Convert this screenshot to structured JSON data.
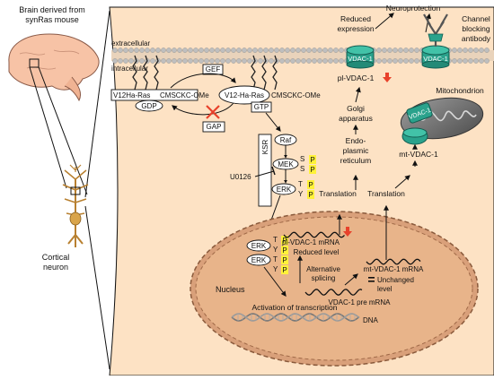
{
  "left_panel": {
    "brain_title_line1": "Brain derived from",
    "brain_title_line2": "synRas mouse",
    "neuron_label_line1": "Cortical",
    "neuron_label_line2": "neuron"
  },
  "membrane": {
    "extracellular": "extracellular",
    "intracellular": "intracellular"
  },
  "ras": {
    "inactive_label": "V12Ha-Ras",
    "active_label": "V12-Ha-Ras",
    "lipid_tail_1": "CMSCKC-OMe",
    "lipid_tail_2": "CMSCKC-OMe",
    "gdp": "GDP",
    "gtp": "GTP",
    "gef": "GEF",
    "gap": "GAP"
  },
  "kinases": {
    "ksr": "KSR",
    "raf": "Raf",
    "mek": "MEK",
    "erk": "ERK",
    "s": "S",
    "t": "T",
    "y": "Y",
    "p": "P",
    "inhibitor": "U0126"
  },
  "top_right": {
    "neuroprotection": "Neuroprotection",
    "reduced_expression_line1": "Reduced",
    "reduced_expression_line2": "expression",
    "channel_line1": "Channel",
    "channel_line2": "blocking",
    "channel_line3": "antibody",
    "vdac_label": "VDAC-1",
    "pl_vdac": "pl-VDAC-1"
  },
  "cytoplasm": {
    "golgi_line1": "Golgi",
    "golgi_line2": "apparatus",
    "er_line1": "Endo-",
    "er_line2": "plasmic",
    "er_line3": "reticulum",
    "translation": "Translation",
    "mitochondrion": "Mitochondrion",
    "mt_vdac": "mt-VDAC-1"
  },
  "nucleus": {
    "title": "Nucleus",
    "pl_mrna": "pl-VDAC-1 mRNA",
    "reduced_level": "Reduced level",
    "alt_splicing_line1": "Alternative",
    "alt_splicing_line2": "splicing",
    "mt_mrna": "mt-VDAC-1 mRNA",
    "unchanged_line1": "Unchanged",
    "unchanged_line2": "level",
    "pre_mrna": "VDAC-1 pre mRNA",
    "activation": "Activation of transcription",
    "dna": "DNA"
  },
  "colors": {
    "cell_background": "#fde2c4",
    "nucleus_fill": "#d9a07a",
    "vdac_teal": "#2aa28c",
    "phospho_yellow": "#fff23a",
    "down_arrow_red": "#e8412b",
    "membrane_grey": "#bfbfbf"
  }
}
